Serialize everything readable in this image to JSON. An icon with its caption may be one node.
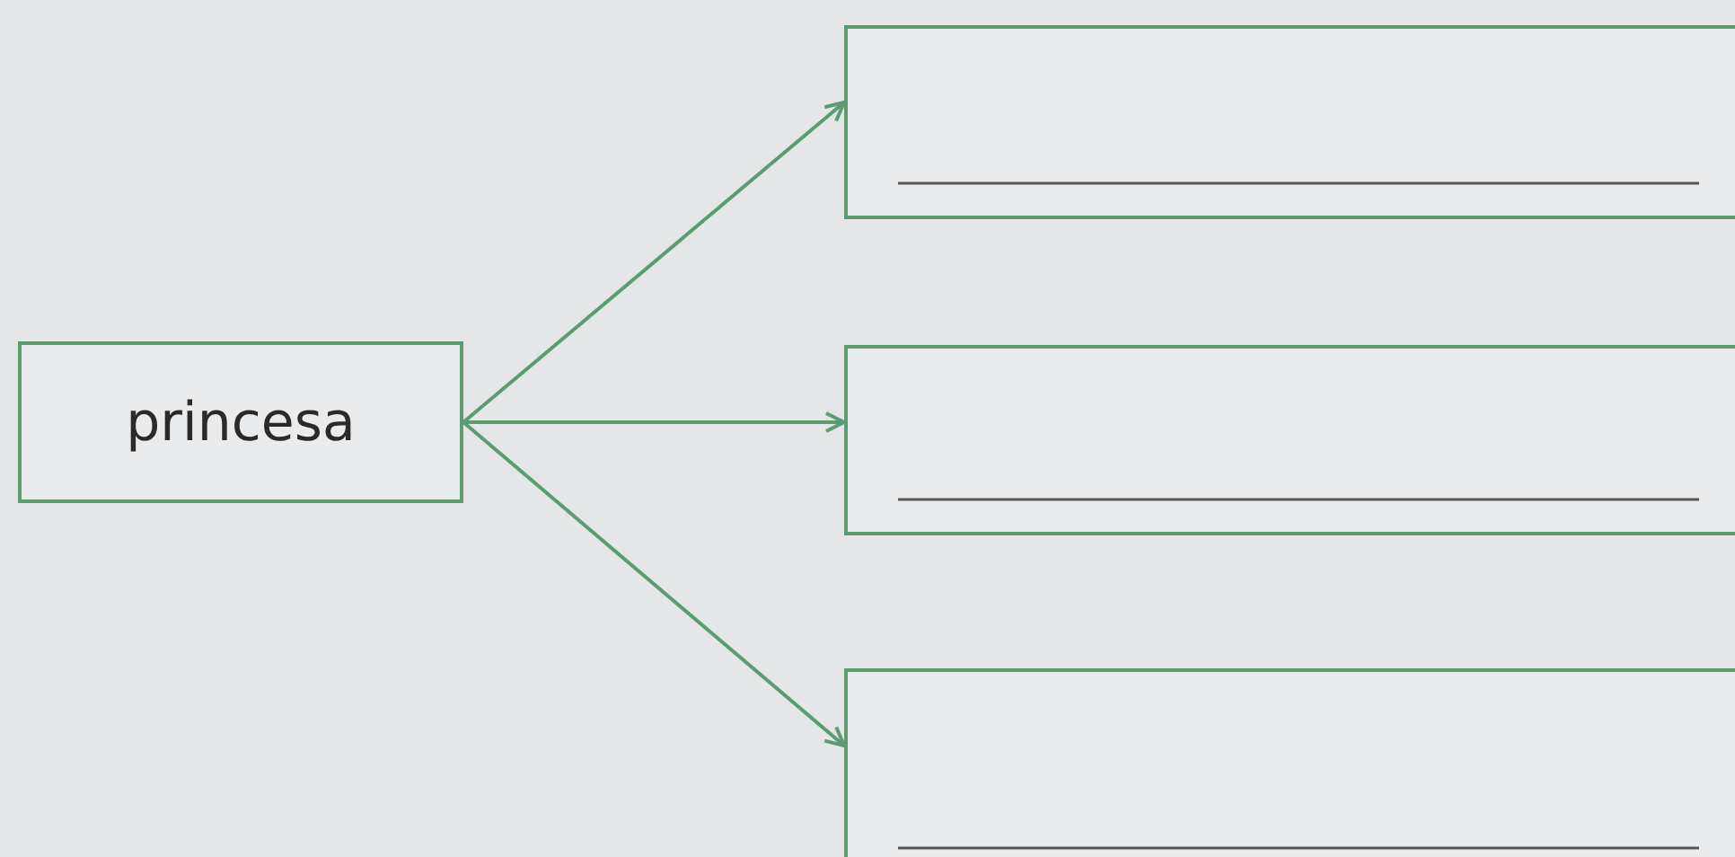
{
  "diagram": {
    "nodes": [
      {
        "text": [
          "princesa"
        ]
      },
      {
        "text": [],
        "shape": "box"
      },
      {
        "text": [],
        "shape": "box"
      },
      {
        "text": [],
        "shape": "box"
      }
    ],
    "edges": [
      {
        "from": 0,
        "to": 1,
        "arrow": "to"
      },
      {
        "from": 0,
        "to": 2,
        "arrow": "to"
      },
      {
        "from": 0,
        "to": 3,
        "arrow": "to"
      }
    ]
  }
}
